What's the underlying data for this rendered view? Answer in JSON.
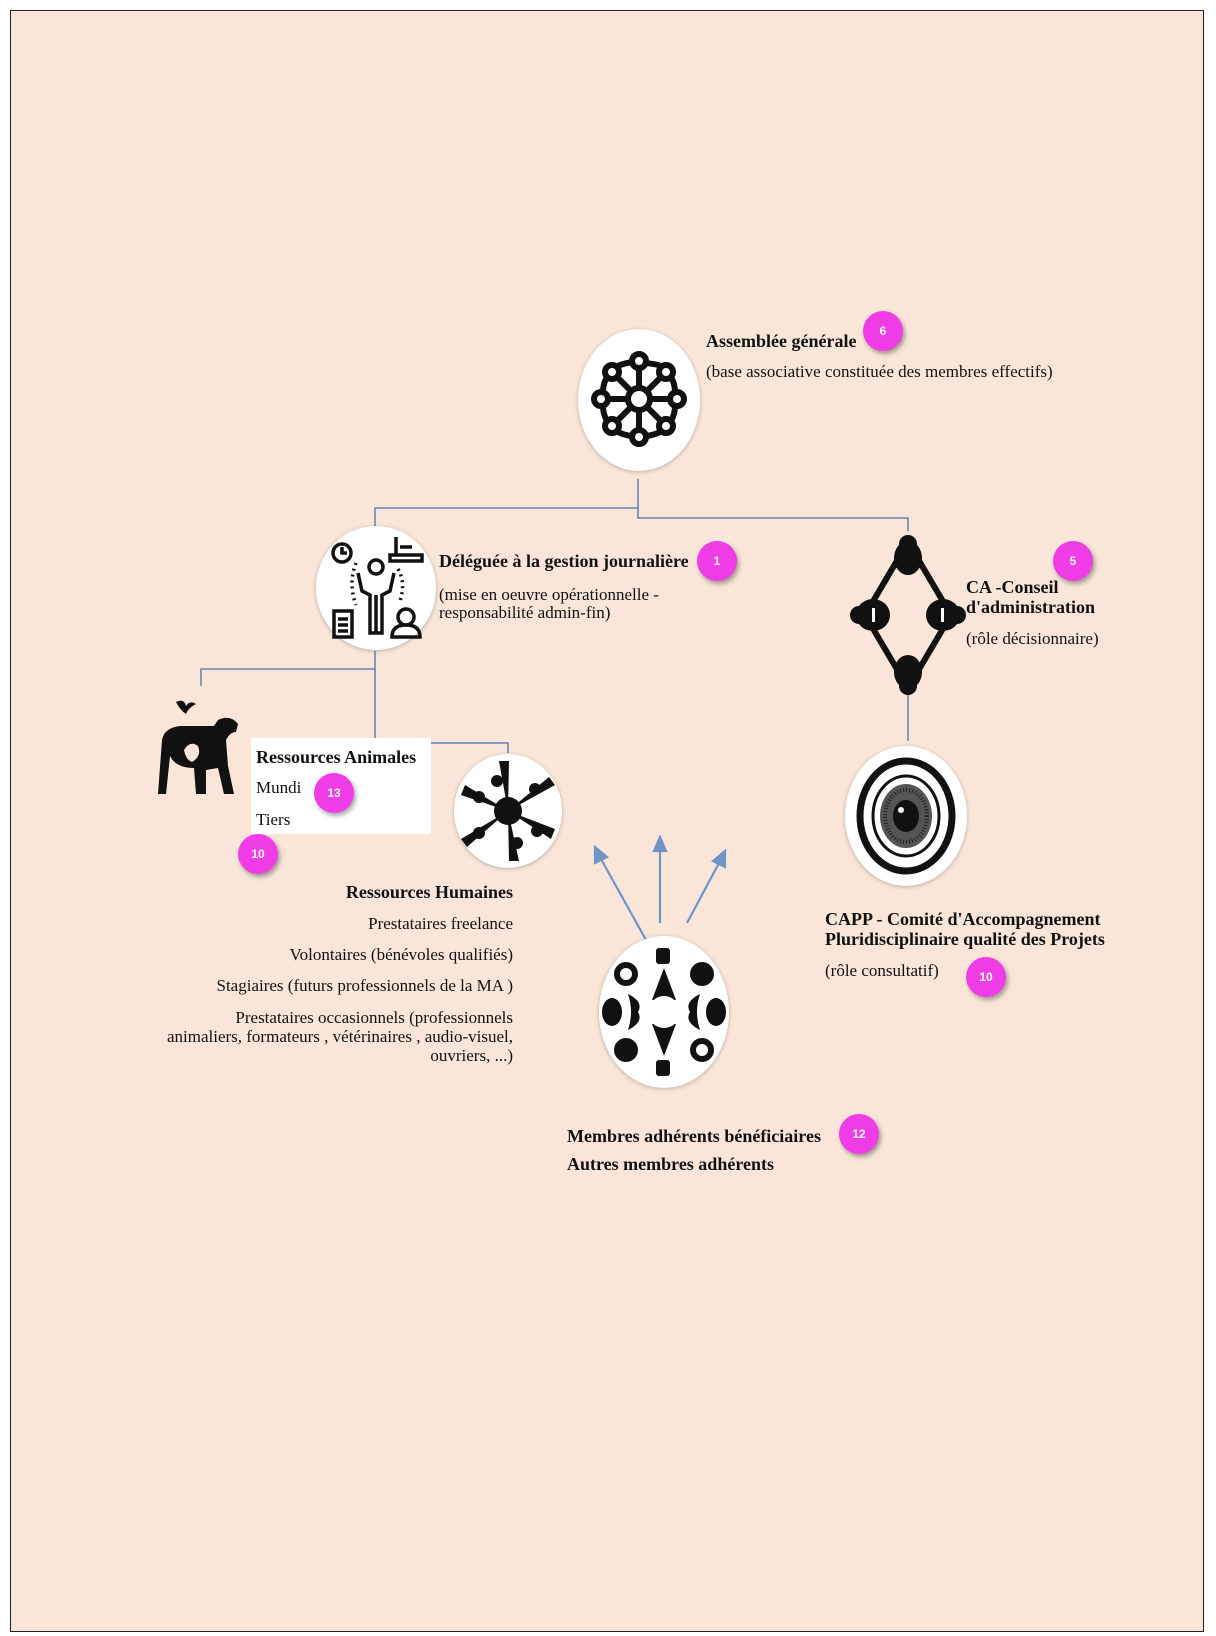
{
  "colors": {
    "background": "#f9e6d8",
    "badge": "#f03ce6",
    "connector": "#4a72b0",
    "arrow": "#6e95c8"
  },
  "assemblee": {
    "title": "Assemblée générale",
    "subtitle": "(base associative constituée des membres effectifs)",
    "badge": "6",
    "icon": "network-wheel-icon"
  },
  "deleguee": {
    "title": "Déléguée à la gestion journalière",
    "subtitle_line1": "(mise en oeuvre opérationnelle -",
    "subtitle_line2": "responsabilité admin-fin)",
    "badge": "1",
    "icon": "manager-icon"
  },
  "ca": {
    "title_line1": "CA -Conseil",
    "title_line2": "d'administration",
    "subtitle": "(rôle décisionnaire)",
    "badge": "5",
    "icon": "board-circle-icon"
  },
  "animales": {
    "title": "Ressources Animales",
    "item1": "Mundi",
    "item2": "Tiers",
    "badge_inner": "13",
    "badge_outer": "10",
    "icon": "animals-icon"
  },
  "humaines": {
    "title": "Ressources Humaines",
    "items": [
      "Prestataires freelance",
      "Volontaires (bénévoles qualifiés)",
      "Stagiaires  (futurs professionnels de la MA )"
    ],
    "occasional_line1": "Prestataires occasionnels (professionnels",
    "occasional_line2": "animaliers, formateurs , vétérinaires , audio-visuel,",
    "occasional_line3": "ouvriers, ...)",
    "icon": "hands-together-icon"
  },
  "capp": {
    "title_line1": "CAPP - Comité d'Accompagnement",
    "title_line2": "Pluridisciplinaire qualité des Projets",
    "subtitle": "(rôle consultatif)",
    "badge": "10",
    "icon": "eye-icon"
  },
  "membres": {
    "line1": "Membres adhérents bénéficiaires",
    "line2": "Autres membres adhérents",
    "badge": "12",
    "icon": "community-circle-icon"
  }
}
